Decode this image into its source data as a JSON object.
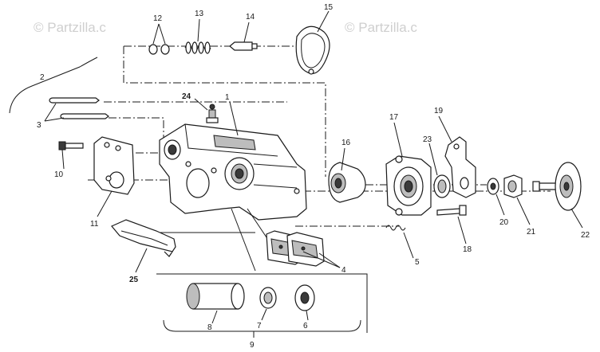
{
  "watermark": {
    "primary": "© Partzilla.c",
    "secondary": "© Partzilla.c"
  },
  "callouts": {
    "c1": "1",
    "c2": "2",
    "c3": "3",
    "c4": "4",
    "c5": "5",
    "c6": "6",
    "c7": "7",
    "c8": "8",
    "c9": "9",
    "c10": "10",
    "c11": "11",
    "c12": "12",
    "c13": "13",
    "c14": "14",
    "c15": "15",
    "c16": "16",
    "c17": "17",
    "c18": "18",
    "c19": "19",
    "c20": "20",
    "c21": "21",
    "c22": "22",
    "c23": "23",
    "c24": "24",
    "c25": "25"
  }
}
